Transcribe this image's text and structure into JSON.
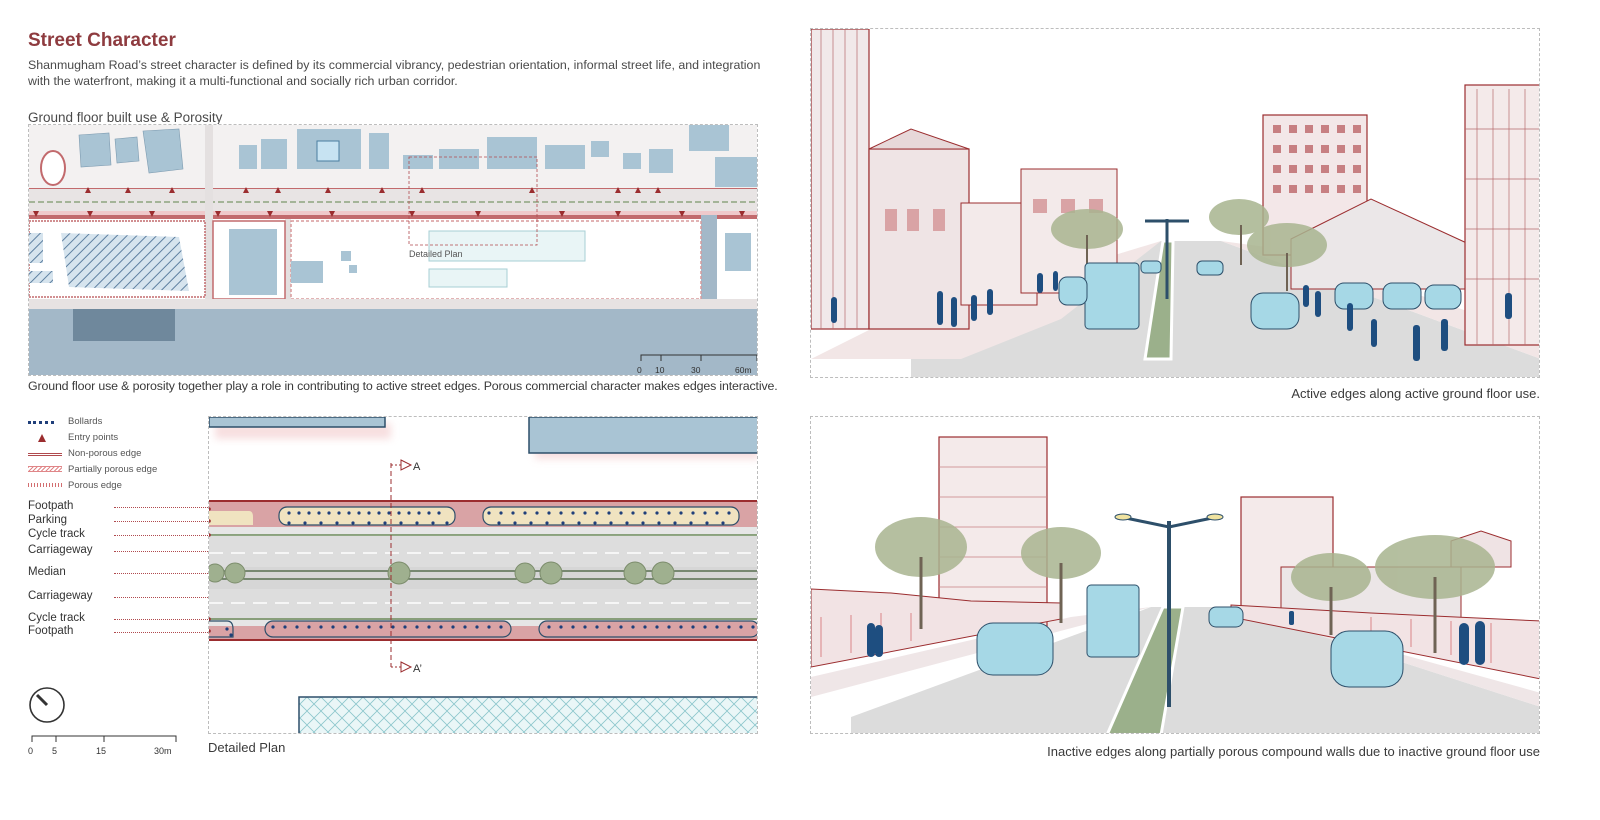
{
  "header": {
    "title": "Street Character",
    "intro": "Shanmugham Road’s street character is defined by its commercial vibrancy, pedestrian orientation, informal street life, and integration with the waterfront, making it a multi-functional and socially rich urban corridor."
  },
  "map": {
    "title": "Ground floor built use & Porosity",
    "detail_label": "Detailed Plan",
    "scale_ticks": [
      "0",
      "10",
      "30",
      "60m"
    ],
    "caption": "Ground floor use & porosity together play a role in contributing to active street edges. Porous commercial character makes edges interactive."
  },
  "legend": {
    "bollards": "Bollards",
    "entry": "Entry points",
    "non_porous": "Non-porous edge",
    "partially_porous": "Partially porous edge",
    "porous": "Porous edge"
  },
  "section_labels": {
    "footpath_top": "Footpath",
    "parking": "Parking",
    "cycle_top": "Cycle track",
    "carriageway_top": "Carriageway",
    "median": "Median",
    "carriageway_bottom": "Carriageway",
    "cycle_bottom": "Cycle track",
    "footpath_bottom": "Footpath"
  },
  "plan": {
    "marker_a": "A",
    "marker_a_prime": "A’",
    "caption": "Detailed Plan",
    "scale_ticks": [
      "0",
      "5",
      "15",
      "30m"
    ]
  },
  "sketches": {
    "caption_top": "Active edges along active ground floor use.",
    "caption_bottom": "Inactive edges along partially porous compound walls due to inactive ground floor use"
  },
  "colors": {
    "accent": "#8e3b3f",
    "building_blue": "#a9c4d4",
    "water": "#a3b8c8",
    "footpath_pink": "#dba4a6",
    "parking_beige": "#f0e3c0",
    "bollard_blue": "#1f3f7a",
    "median_green": "#8aa27a",
    "vehicle_blue": "#a6d8e6",
    "people_blue": "#1e4e80"
  }
}
